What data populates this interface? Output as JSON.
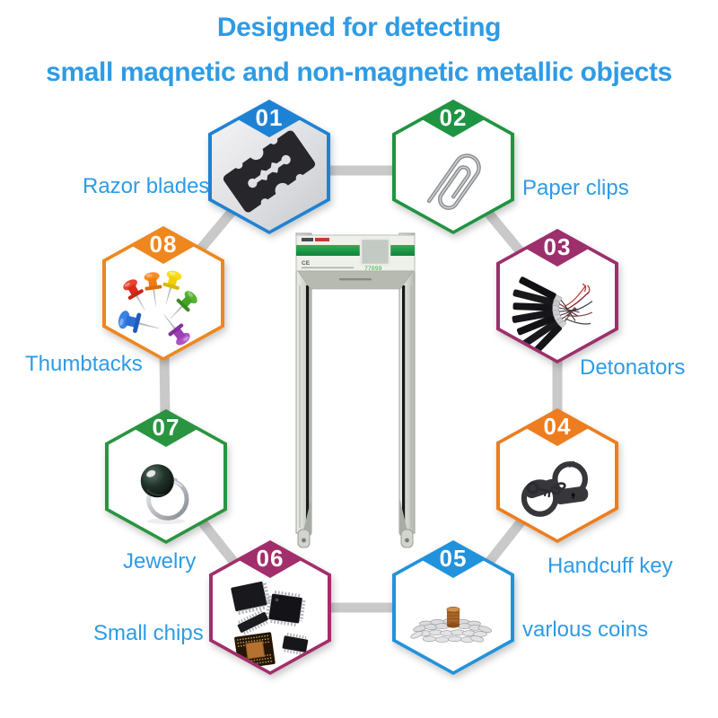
{
  "title": {
    "line1": "Designed for detecting",
    "line2": "small maqnetic and non-magnetic metallic objects"
  },
  "items": [
    {
      "number": "01",
      "label": "Razor blades",
      "color": "#1e82d4",
      "icon": "razor-blade-icon"
    },
    {
      "number": "02",
      "label": "Paper clips",
      "color": "#1f9442",
      "icon": "paper-clip-icon"
    },
    {
      "number": "03",
      "label": "Detonators",
      "color": "#9d2f6c",
      "icon": "detonators-icon"
    },
    {
      "number": "04",
      "label": "Handcuff key",
      "color": "#ed7d1e",
      "icon": "handcuffs-icon"
    },
    {
      "number": "05",
      "label": "varlous coins",
      "color": "#2192db",
      "icon": "coins-icon"
    },
    {
      "number": "06",
      "label": "Small chips",
      "color": "#a22e6b",
      "icon": "chips-icon"
    },
    {
      "number": "07",
      "label": "Jewelry",
      "color": "#2a9440",
      "icon": "jewelry-ring-icon"
    },
    {
      "number": "08",
      "label": "Thumbtacks",
      "color": "#ee871e",
      "icon": "thumbtacks-icon"
    }
  ],
  "detector": {
    "name": "walk-through metal detector",
    "ce_mark": "CE",
    "display_digits": "77099"
  },
  "colors": {
    "accent_blue": "#2e9be5",
    "connector_gray": "#c9c9c9",
    "background": "#ffffff"
  }
}
